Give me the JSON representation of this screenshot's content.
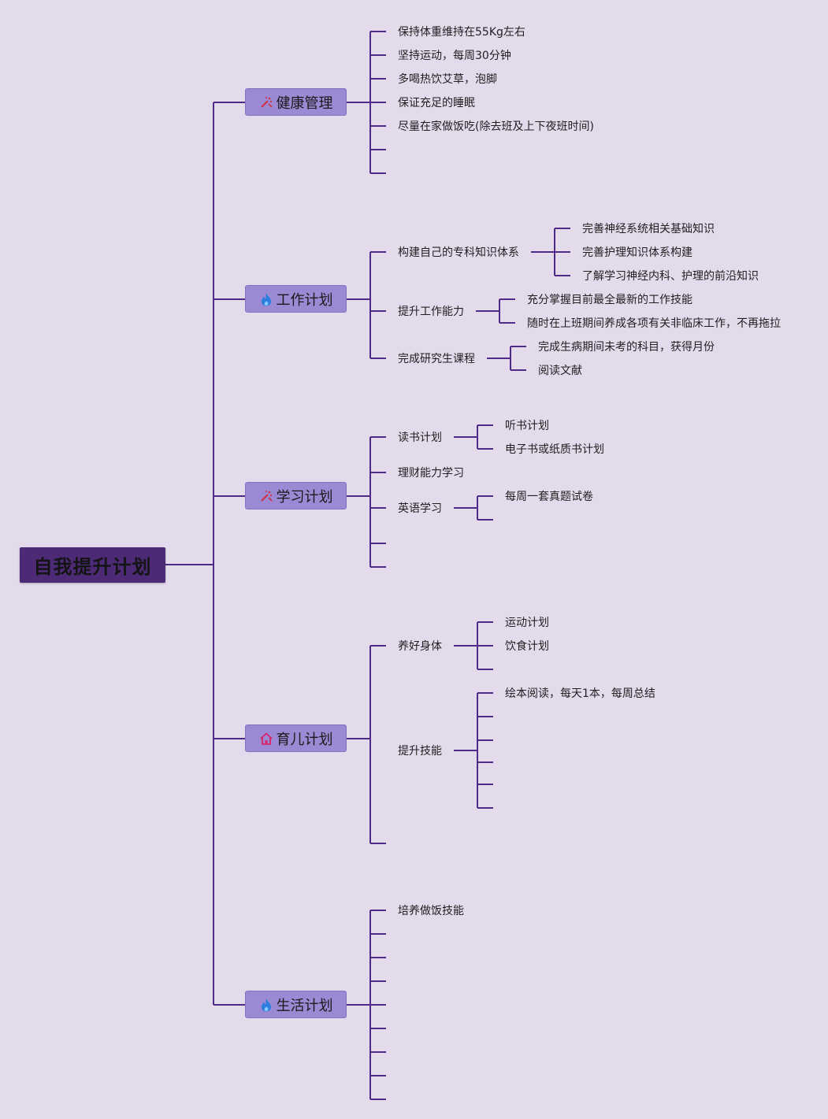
{
  "root": {
    "label": "自我提升计划"
  },
  "branches": [
    {
      "label": "健康管理",
      "icon": "sparkle-tool-icon",
      "items": [
        "保持体重维持在55Kg左右",
        "坚持运动，每周30分钟",
        "多喝热饮艾草，泡脚",
        "保证充足的睡眠",
        "尽量在家做饭吃(除去班及上下夜班时间)"
      ]
    },
    {
      "label": "工作计划",
      "icon": "flame-icon",
      "items": [
        {
          "label": "构建自己的专科知识体系",
          "children": [
            "完善神经系统相关基础知识",
            "完善护理知识体系构建",
            "了解学习神经内科、护理的前沿知识"
          ]
        },
        {
          "label": "提升工作能力",
          "children": [
            "充分掌握目前最全最新的工作技能",
            "随时在上班期间养成各项有关非临床工作，不再拖拉"
          ]
        },
        {
          "label": "完成研究生课程",
          "children": [
            "完成生病期间未考的科目，获得月份",
            "阅读文献"
          ]
        }
      ]
    },
    {
      "label": "学习计划",
      "icon": "sparkle-tool-icon",
      "items": [
        {
          "label": "读书计划",
          "children": [
            "听书计划",
            "电子书或纸质书计划"
          ]
        },
        {
          "label": "理财能力学习"
        },
        {
          "label": "英语学习",
          "children": [
            "每周一套真题试卷"
          ]
        }
      ]
    },
    {
      "label": "育儿计划",
      "icon": "house-icon",
      "items": [
        {
          "label": "养好身体",
          "children": [
            "运动计划",
            "饮食计划"
          ]
        },
        {
          "label": "提升技能",
          "children": [
            "绘本阅读，每天1本，每周总结"
          ]
        }
      ]
    },
    {
      "label": "生活计划",
      "icon": "flame-icon",
      "items": [
        "培养做饭技能"
      ]
    }
  ],
  "colors": {
    "line": "#4f2a86",
    "root_bg": "#4d2a76",
    "branch_bg": "#9b89d4",
    "page_bg": "#e3dbec"
  }
}
